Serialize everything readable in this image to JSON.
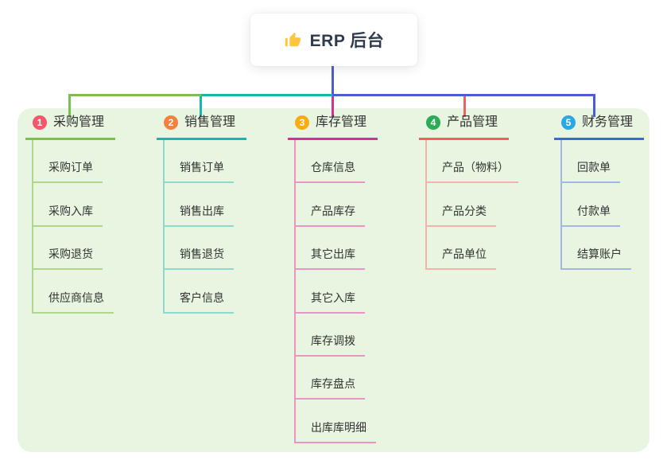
{
  "root": {
    "label": "ERP 后台",
    "icon": "thumbs-up-icon"
  },
  "branches": [
    {
      "num": "1",
      "label": "采购管理",
      "accent": "#7cbe4f",
      "badge": "#f5566b",
      "light": "#aed68c",
      "children": [
        "采购订单",
        "采购入库",
        "采购退货",
        "供应商信息"
      ]
    },
    {
      "num": "2",
      "label": "销售管理",
      "accent": "#16b8ac",
      "badge": "#f5813e",
      "light": "#8fd8cf",
      "children": [
        "销售订单",
        "销售出库",
        "销售退货",
        "客户信息"
      ]
    },
    {
      "num": "3",
      "label": "库存管理",
      "accent": "#d23393",
      "badge": "#fbab11",
      "light": "#ee93c6",
      "children": [
        "仓库信息",
        "产品库存",
        "其它出库",
        "其它入库",
        "库存调拨",
        "库存盘点",
        "出库库明细"
      ]
    },
    {
      "num": "4",
      "label": "产品管理",
      "accent": "#f25f5c",
      "badge": "#2aab55",
      "light": "#f8b0ae",
      "children": [
        "产品（物料）",
        "产品分类",
        "产品单位"
      ]
    },
    {
      "num": "5",
      "label": "财务管理",
      "accent": "#3c68d7",
      "badge": "#2ba7e3",
      "light": "#a2b7e8",
      "children": [
        "回款单",
        "付款单",
        "结算账户"
      ]
    }
  ],
  "colors": {
    "page_bg": "#ffffff",
    "panel_bg": "#e8f5e0",
    "root_line": "#4a5ed1",
    "root_text": "#2f3a4e",
    "node_text": "#333333",
    "badge_text": "#ffffff",
    "root_box_bg": "#ffffff",
    "thumb_icon": "#ffc53d"
  }
}
